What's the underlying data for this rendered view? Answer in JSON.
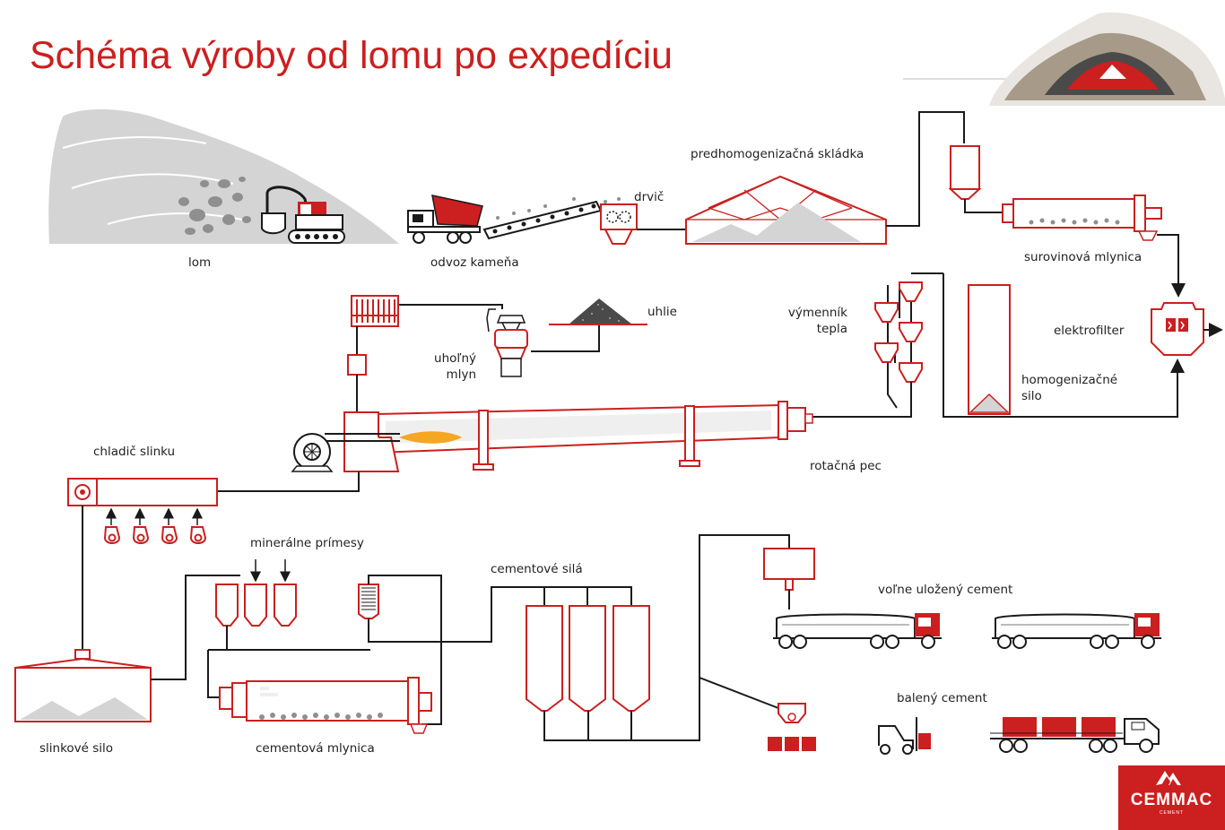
{
  "title": "Schéma výroby od lomu po expedíciu",
  "colors": {
    "accent": "#cc1f1f",
    "line": "#1a1a1a",
    "gray": "#d9d9d9",
    "dark_gray": "#9a9a9a"
  },
  "labels": {
    "lom": "lom",
    "odvoz_kamena": "odvoz kameňa",
    "drvic": "drvič",
    "predhomogenizacna_skladka": "predhomogenizačná skládka",
    "surovinova_mlynica": "surovinová mlynica",
    "elektrofilter": "elektrofilter",
    "vymennik_tepla_1": "výmenník",
    "vymennik_tepla_2": "tepla",
    "homogenizacne_silo_1": "homogenizačné",
    "homogenizacne_silo_2": "silo",
    "uhlie": "uhlie",
    "uholny_mlyn_1": "uhoľný",
    "uholny_mlyn_2": "mlyn",
    "rotacna_pec": "rotačná pec",
    "chladic_slinku": "chladič slinku",
    "mineralne_primesy": "minerálne prímesy",
    "cementove_sila": "cementové silá",
    "volne_ulozeny_cement": "voľne uložený cement",
    "baleny_cement": "balený cement",
    "slinkove_silo": "slinkové silo",
    "cementova_mlynica": "cementová mlynica"
  },
  "logo": {
    "word": "CEMMAC",
    "sub": "CEMENT"
  },
  "icons": [
    "quarry-icon",
    "excavator-icon",
    "dump-truck-icon",
    "conveyor-icon",
    "crusher-icon",
    "storage-hall-icon",
    "cyclone-icon",
    "raw-mill-icon",
    "electrostatic-filter-icon",
    "preheater-icon",
    "homogenization-silo-icon",
    "coal-pile-icon",
    "coal-mill-icon",
    "coal-bin-icon",
    "rotary-kiln-icon",
    "flame-icon",
    "fan-icon",
    "clinker-cooler-icon",
    "clinker-silo-icon",
    "additive-silo-icon",
    "cement-mill-icon",
    "cement-silo-icon",
    "cement-tanker-icon",
    "loading-hopper-icon",
    "bag-packer-icon",
    "forklift-icon",
    "flatbed-truck-icon",
    "cemmac-logo-icon"
  ]
}
